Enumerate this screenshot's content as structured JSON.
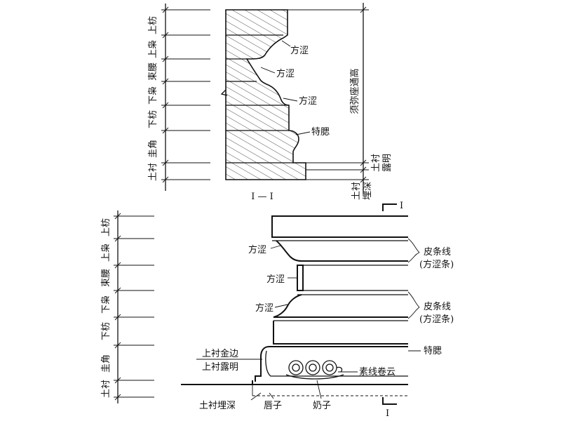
{
  "section_diagram": {
    "left_labels": [
      "上枋",
      "上枭",
      "束腰",
      "下枭",
      "下枋",
      "圭角",
      "土衬"
    ],
    "label_fangse_1": "方涩",
    "label_fangse_2": "方涩",
    "label_fangse_3": "方涩",
    "label_tesai": "特腮",
    "right_label_total": "须弥座通高",
    "right_label_tuchen": "土衬",
    "right_label_louming": "露明",
    "right_label_tuchen2": "土衬",
    "right_label_maishen": "埋深",
    "caption": "I — I"
  },
  "elevation_diagram": {
    "left_labels": [
      "上枋",
      "上枭",
      "束腰",
      "下枭",
      "下枋",
      "圭角",
      "土衬"
    ],
    "section_mark_top": "I",
    "section_mark_bottom": "I",
    "label_fangse_1": "方涩",
    "label_fangse_2": "方涩",
    "label_fangse_3": "方涩",
    "label_pitiaoxian_1": "皮条线",
    "label_pitiaoxian_1b": "(方涩条)",
    "label_pitiaoxian_2": "皮条线",
    "label_pitiaoxian_2b": "(方涩条)",
    "label_tesai": "特腮",
    "label_jinbian": "上衬金边",
    "label_louming": "上衬露明",
    "label_suxian": "素线卷云",
    "label_maishen": "土衬埋深",
    "label_chunzi": "唇子",
    "label_naizi": "奶子"
  }
}
